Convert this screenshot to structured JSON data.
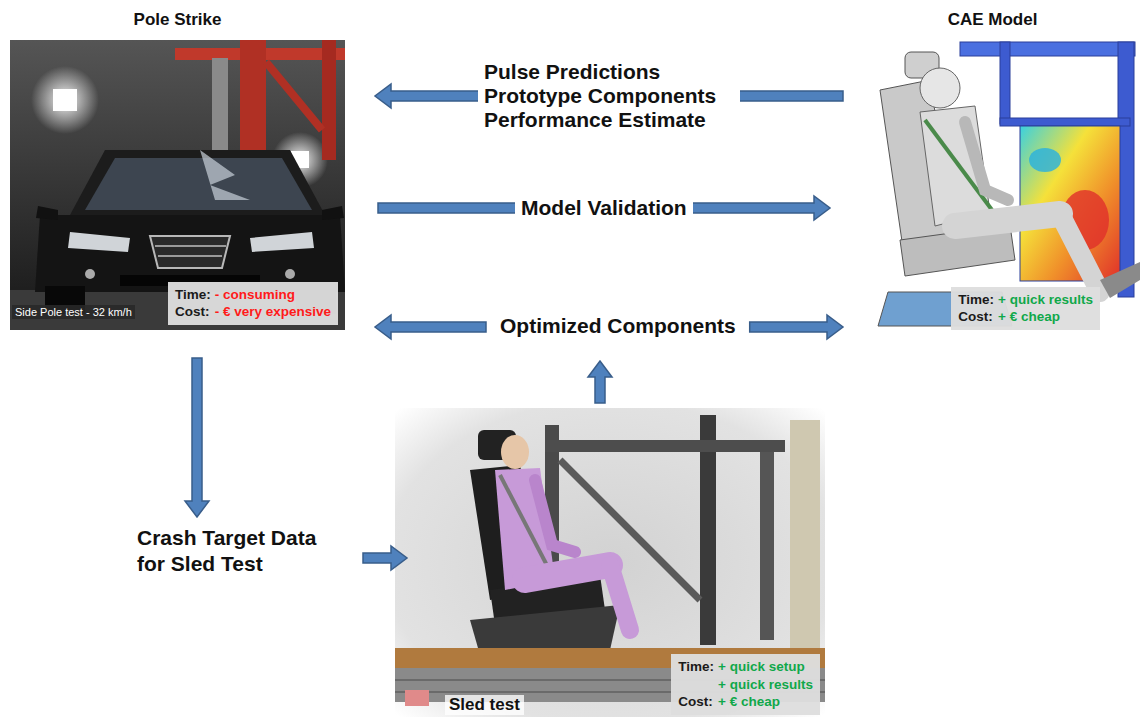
{
  "diagram": {
    "nodes": [
      {
        "text": [
          "Pole Strike"
        ]
      },
      {
        "text": [
          "Time:",
          "- consuming",
          "Cost:",
          "- € very expensive"
        ],
        "in": 0
      },
      {
        "text": [
          "CAE Model"
        ]
      },
      {
        "text": [
          "Time:",
          "+ quick results",
          "Cost:",
          "+ € cheap"
        ],
        "in": 2
      },
      {
        "text": [
          "Optimized Components"
        ]
      },
      {
        "text": [
          "Crash Target Data for Sled Test"
        ]
      },
      {
        "text": [
          "Sled test"
        ]
      },
      {
        "text": [
          "Time:",
          "+ quick setup",
          "+ quick results",
          "Cost:",
          "+ € cheap"
        ],
        "in": 6
      }
    ],
    "edges": [
      {
        "from": 2,
        "to": 0,
        "arrow": "to",
        "label": "Pulse Predictions Prototype Components Performance Estimate"
      },
      {
        "from": 0,
        "to": 2,
        "arrow": "to",
        "label": "Model Validation"
      },
      {
        "from": 4,
        "to": 0,
        "arrow": "to"
      },
      {
        "from": 4,
        "to": 2,
        "arrow": "to"
      },
      {
        "from": 6,
        "to": 4,
        "arrow": "to"
      },
      {
        "from": 0,
        "to": 5,
        "arrow": "to"
      },
      {
        "from": 5,
        "to": 6,
        "arrow": "to"
      }
    ],
    "labels": [
      "Side Pole test - 32 km/h"
    ]
  }
}
